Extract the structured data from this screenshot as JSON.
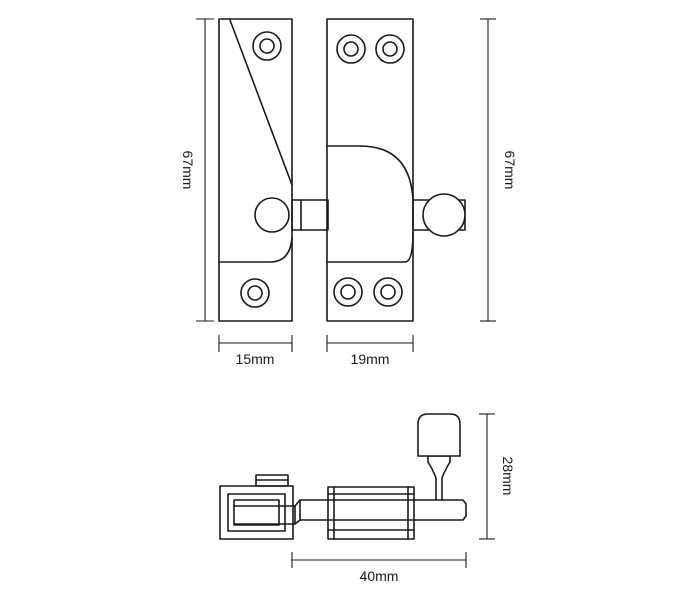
{
  "dimensions": {
    "left_height": "67mm",
    "right_height": "67mm",
    "left_width": "15mm",
    "right_width": "19mm",
    "side_height": "28mm",
    "side_length": "40mm"
  }
}
